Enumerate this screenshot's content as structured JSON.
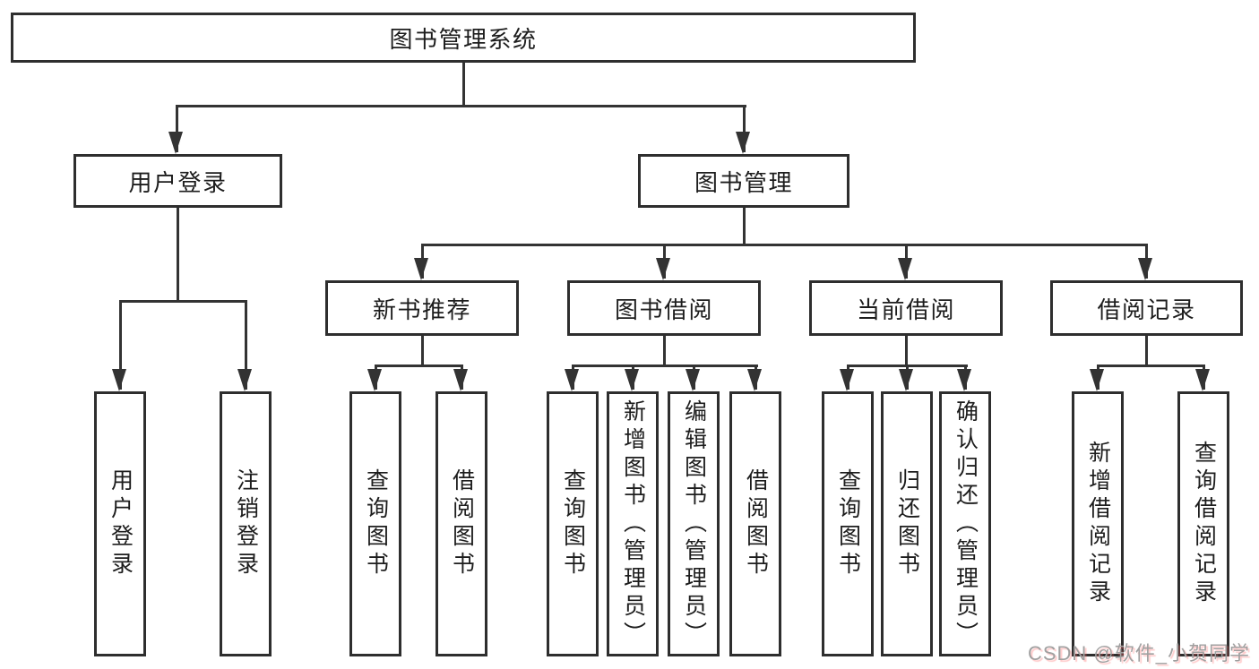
{
  "diagram": {
    "title": "图书管理系统",
    "root": {
      "label": "图书管理系统"
    },
    "level2": [
      {
        "label": "用户登录"
      },
      {
        "label": "图书管理"
      }
    ],
    "level3": [
      {
        "label": "新书推荐",
        "parent": "图书管理"
      },
      {
        "label": "图书借阅",
        "parent": "图书管理"
      },
      {
        "label": "当前借阅",
        "parent": "图书管理"
      },
      {
        "label": "借阅记录",
        "parent": "图书管理"
      }
    ],
    "leaves": [
      {
        "label": "用户登录",
        "parent": "用户登录"
      },
      {
        "label": "注销登录",
        "parent": "用户登录"
      },
      {
        "label": "查询图书",
        "parent": "新书推荐"
      },
      {
        "label": "借阅图书",
        "parent": "新书推荐"
      },
      {
        "label": "查询图书",
        "parent": "图书借阅"
      },
      {
        "label": "新增图书（管理员）",
        "parent": "图书借阅"
      },
      {
        "label": "编辑图书（管理员）",
        "parent": "图书借阅"
      },
      {
        "label": "借阅图书",
        "parent": "图书借阅"
      },
      {
        "label": "查询图书",
        "parent": "当前借阅"
      },
      {
        "label": "归还图书",
        "parent": "当前借阅"
      },
      {
        "label": "确认归还（管理员）",
        "parent": "当前借阅"
      },
      {
        "label": "新增借阅记录",
        "parent": "借阅记录"
      },
      {
        "label": "查询借阅记录",
        "parent": "借阅记录"
      }
    ]
  },
  "watermark": {
    "text": "CSDN @软件_小贺同学"
  },
  "colors": {
    "line": "#333333",
    "border": "#2e2e2e",
    "fill": "#ffffff",
    "text": "#1d1d1d",
    "watermark": "#a0a0a0"
  }
}
